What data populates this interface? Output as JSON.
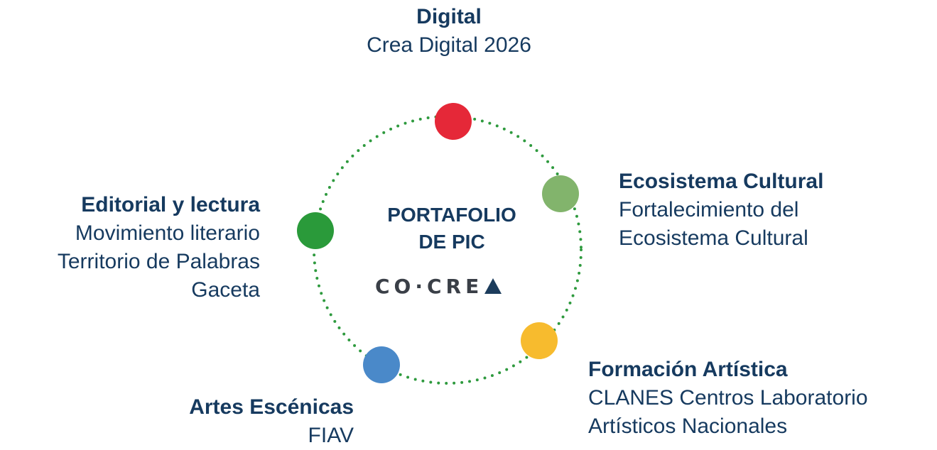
{
  "hub": {
    "title_line1": "PORTAFOLIO",
    "title_line2": "DE PIC",
    "logo_text": "CO·CRE"
  },
  "nodes": [
    {
      "id": "digital",
      "color": "#e52838"
    },
    {
      "id": "ecosistema",
      "color": "#82b46c"
    },
    {
      "id": "formacion",
      "color": "#f7bb2e"
    },
    {
      "id": "artes",
      "color": "#4a89c9"
    },
    {
      "id": "editorial",
      "color": "#2a9a3a"
    }
  ],
  "ring_color": "#2e9a3e",
  "text_color": "#163a5f",
  "labels": {
    "digital": {
      "head": "Digital",
      "lines": [
        "Crea Digital 2026"
      ]
    },
    "ecosistema": {
      "head": "Ecosistema Cultural",
      "lines": [
        "Fortalecimiento del",
        "Ecosistema Cultural"
      ]
    },
    "formacion": {
      "head": "Formación Artística",
      "lines": [
        "CLANES Centros Laboratorio",
        "Artísticos Nacionales"
      ]
    },
    "artes": {
      "head": "Artes Escénicas",
      "lines": [
        "FIAV"
      ]
    },
    "editorial": {
      "head": "Editorial y lectura",
      "lines": [
        "Movimiento literario",
        "Territorio de Palabras",
        "Gaceta"
      ]
    }
  }
}
